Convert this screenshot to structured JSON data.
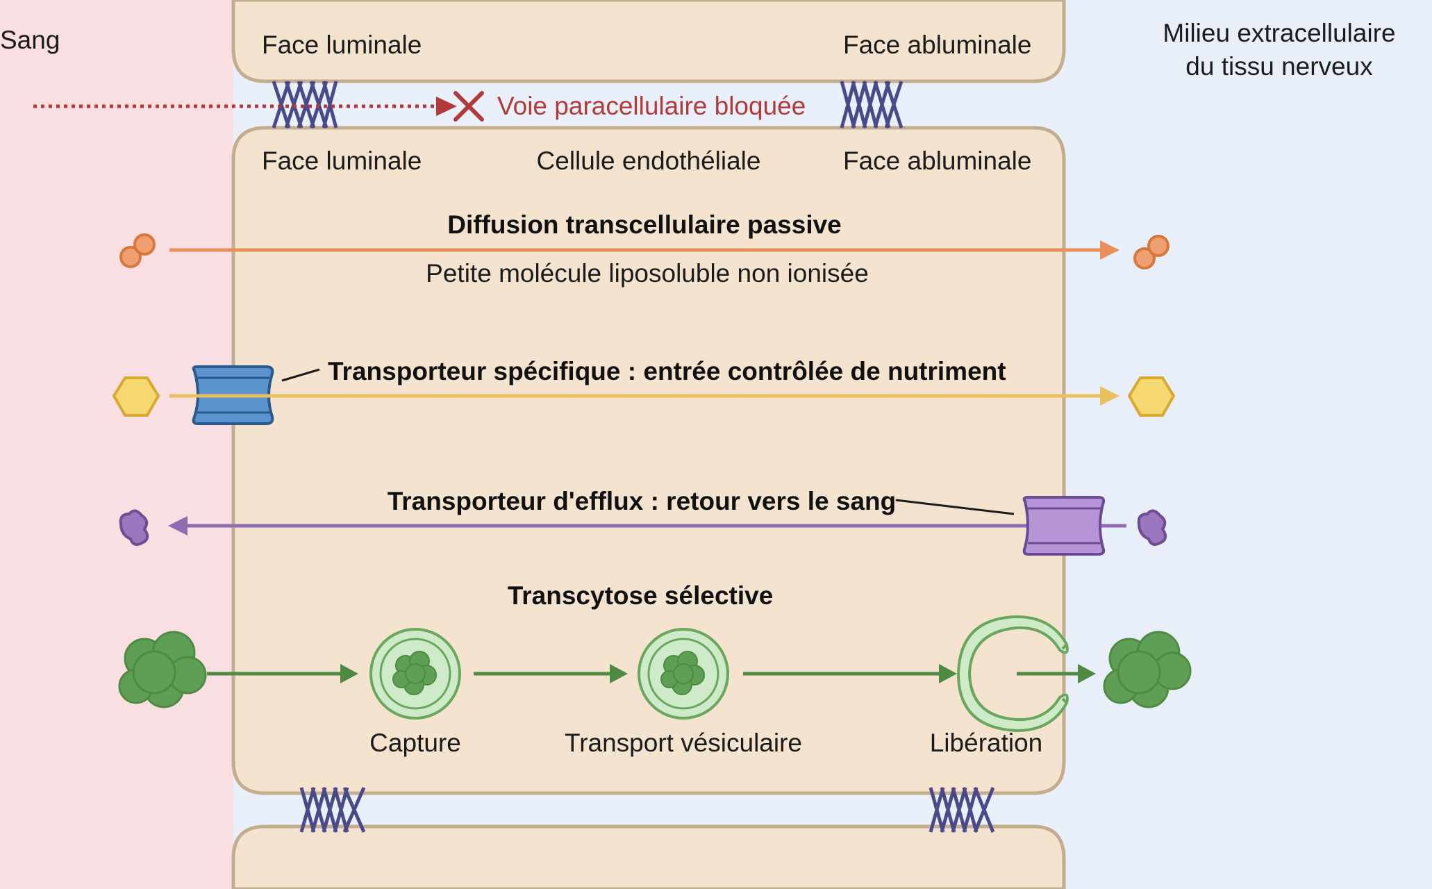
{
  "regions": {
    "blood": "Sang",
    "extracellular_line1": "Milieu extracellulaire",
    "extracellular_line2": "du tissu nerveux"
  },
  "top_cell": {
    "luminal": "Face luminale",
    "abluminal": "Face abluminale"
  },
  "paracellular": {
    "label": "Voie paracellulaire bloquée"
  },
  "main_cell": {
    "luminal": "Face luminale",
    "title": "Cellule endothéliale",
    "abluminal": "Face abluminale"
  },
  "pathways": {
    "diffusion_title": "Diffusion transcellulaire passive",
    "diffusion_subtitle": "Petite molécule liposoluble non ionisée",
    "transporter": "Transporteur spécifique : entrée contrôlée de nutriment",
    "efflux": "Transporteur d'efflux : retour vers le sang",
    "transcytosis_title": "Transcytose sélective"
  },
  "transcytosis_steps": {
    "capture": "Capture",
    "transport": "Transport vésiculaire",
    "release": "Libération"
  },
  "colors": {
    "blood_bg": "#fadfe2",
    "extracellular_bg": "#e8eff9",
    "cell_fill": "#f3e3cf",
    "cell_stroke": "#c4ad8e",
    "junction": "#4a4a8a",
    "blocked": "#b23a3a",
    "diffusion": "#e8905a",
    "nutrient": "#e8c060",
    "efflux": "#8f6bb0",
    "transcytosis": "#4f8a42"
  }
}
